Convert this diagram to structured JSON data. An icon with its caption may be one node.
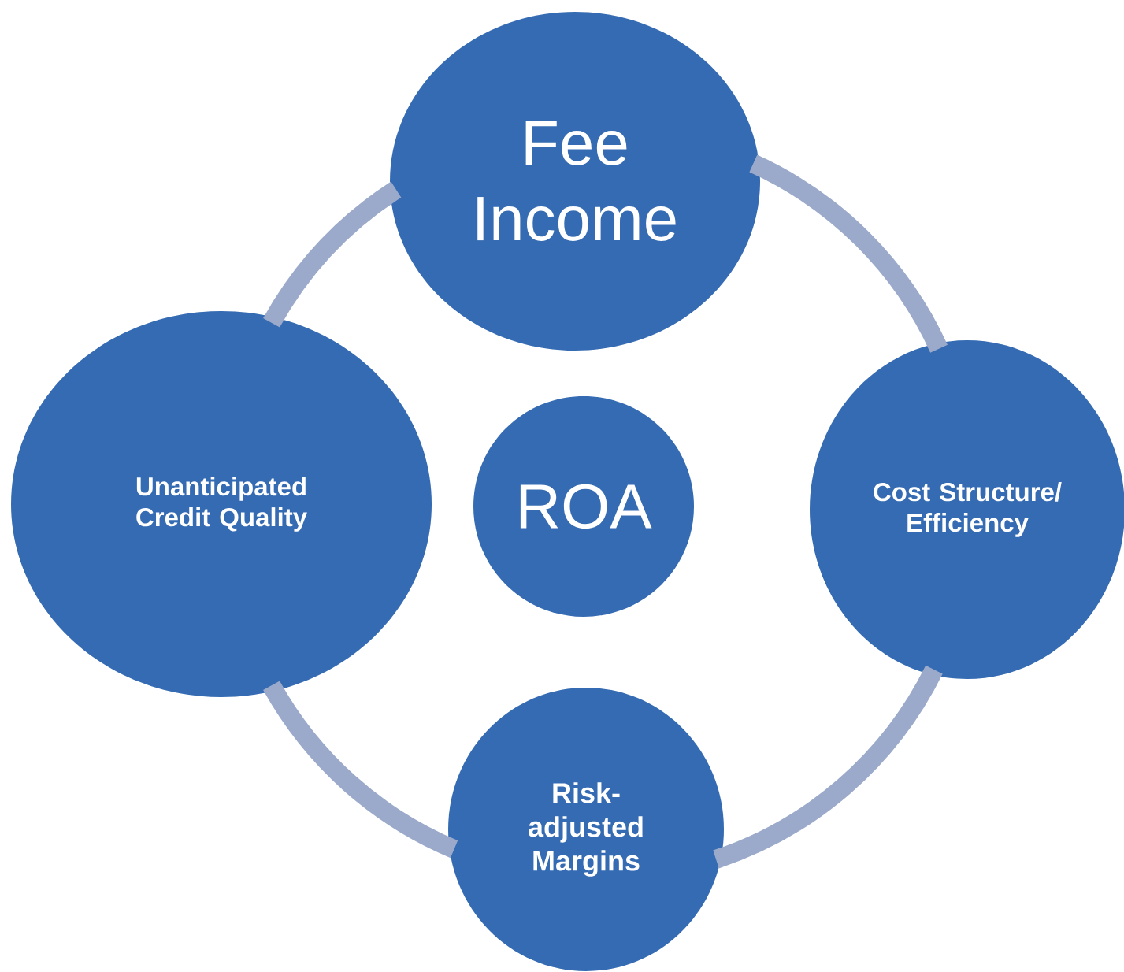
{
  "diagram": {
    "nodes": [
      {
        "text": [
          "Fee Income"
        ]
      },
      {
        "text": [
          "Unanticipated Credit Quality"
        ]
      },
      {
        "text": [
          "ROA"
        ]
      },
      {
        "text": [
          "Cost Structure/ Efficiency"
        ]
      },
      {
        "text": [
          "Risk-adjusted Margins"
        ]
      }
    ],
    "edges": [
      {
        "from": 0,
        "to": 3,
        "arrow": "none"
      },
      {
        "from": 3,
        "to": 4,
        "arrow": "none"
      },
      {
        "from": 4,
        "to": 1,
        "arrow": "none"
      },
      {
        "from": 1,
        "to": 0,
        "arrow": "none"
      }
    ]
  }
}
